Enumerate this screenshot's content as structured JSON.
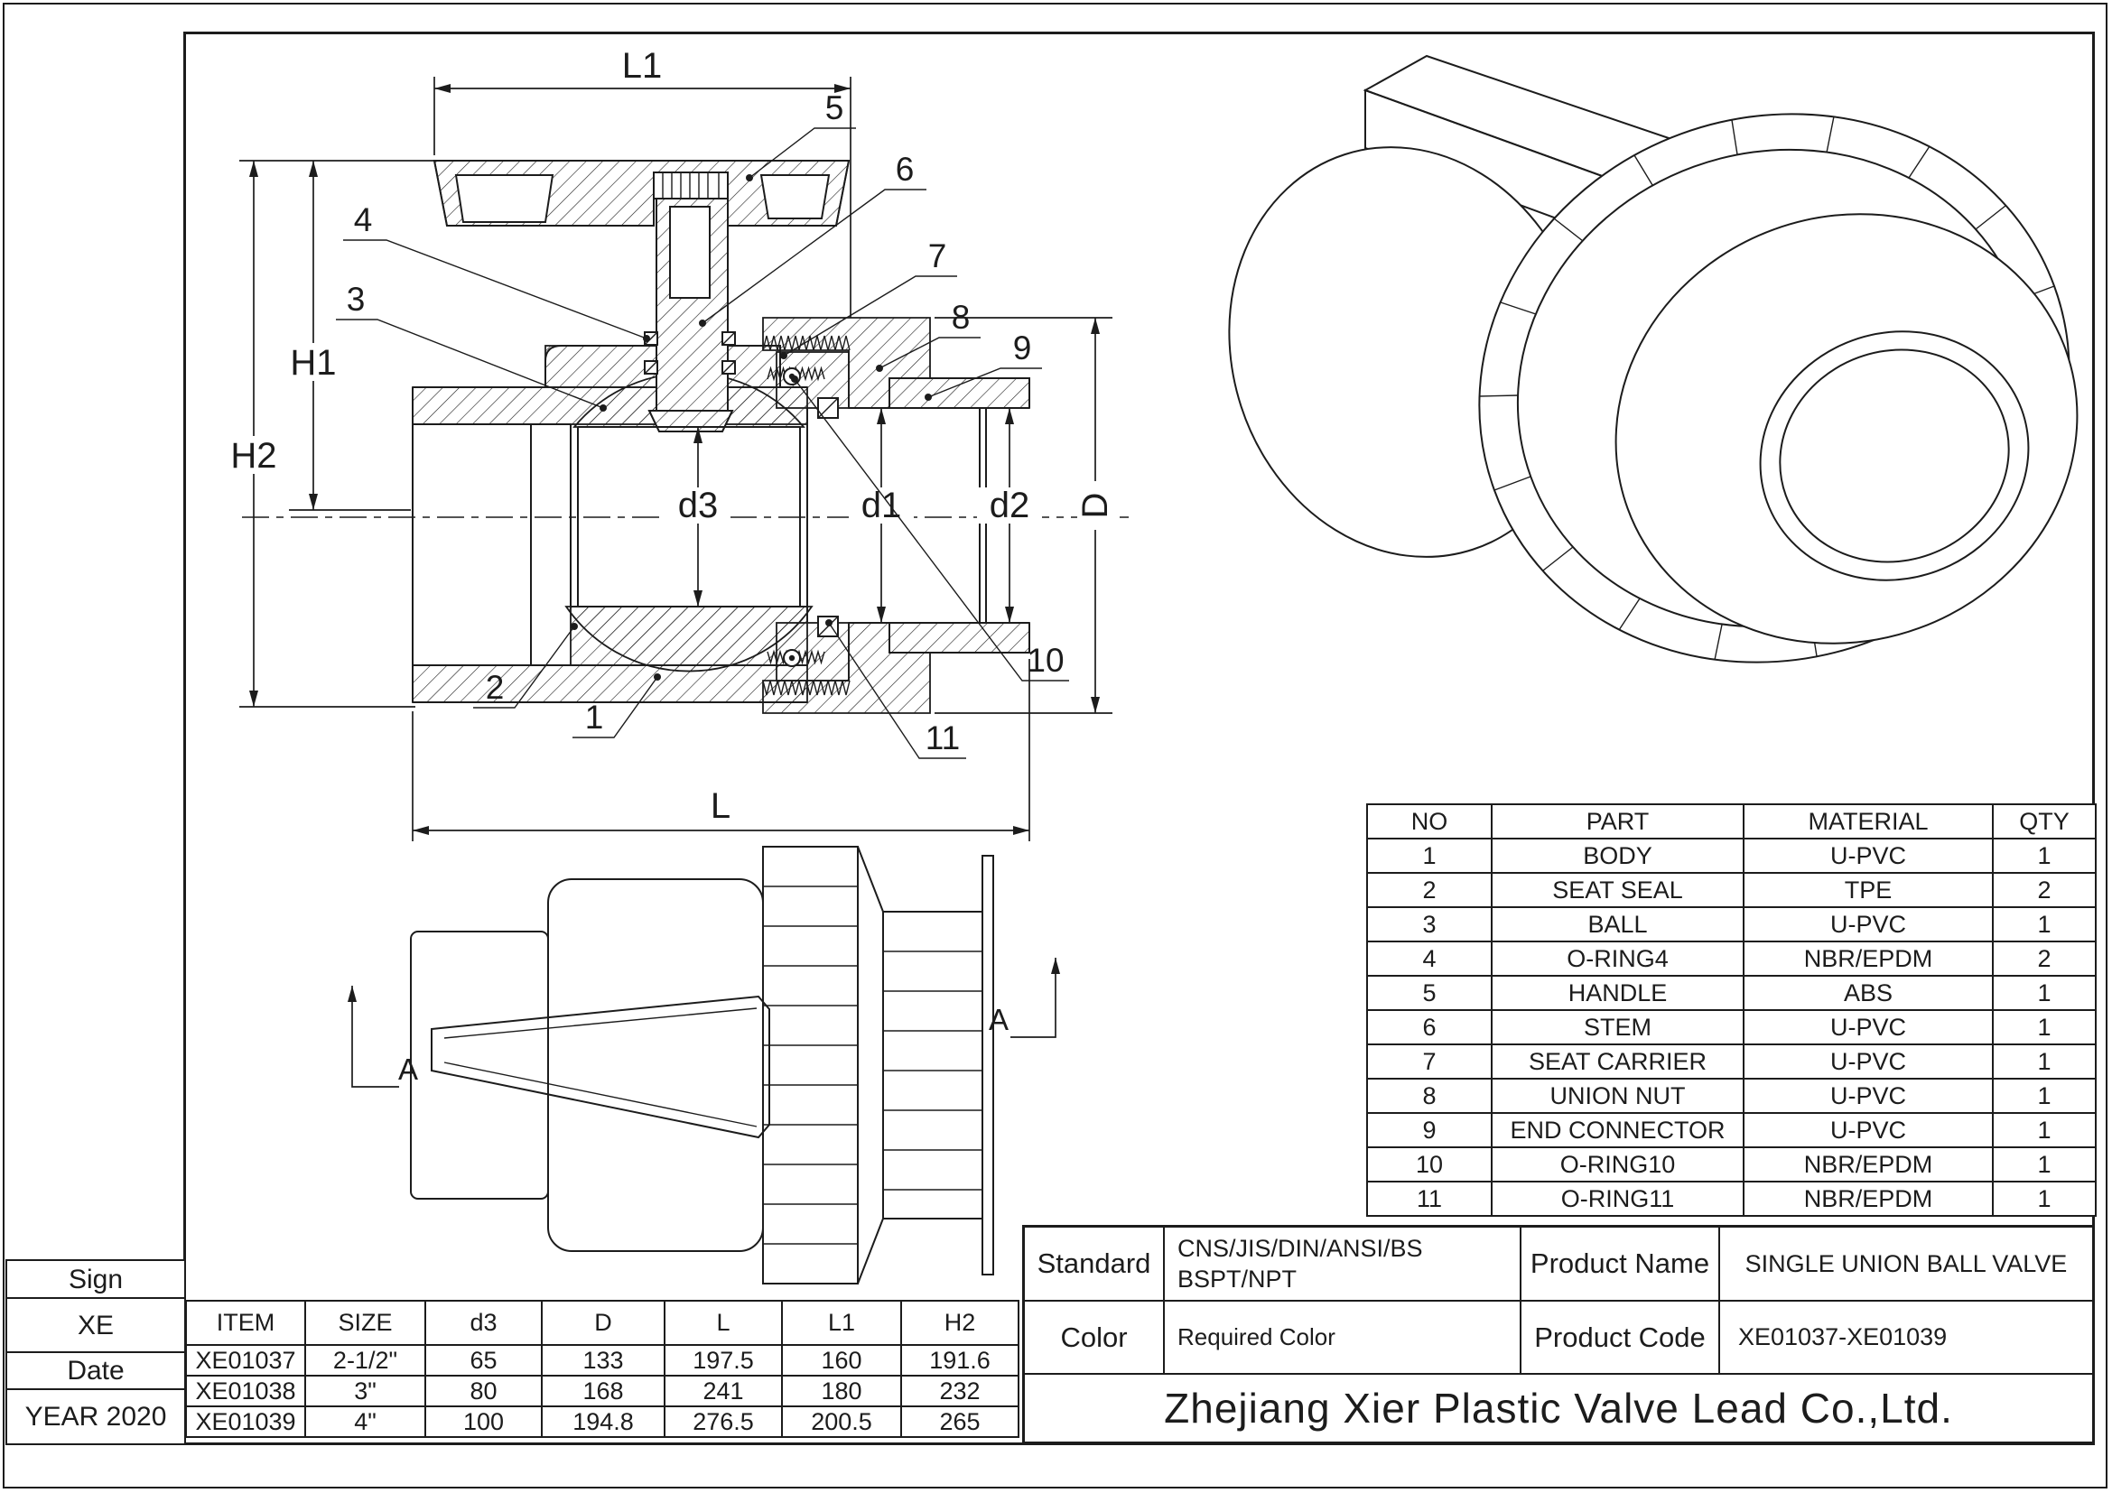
{
  "sheet": {
    "sign_label": "Sign",
    "sign_value": "XE",
    "date_label": "Date",
    "year_value": "YEAR 2020"
  },
  "parts_table": {
    "headers": [
      "NO",
      "PART",
      "MATERIAL",
      "QTY"
    ],
    "rows": [
      [
        "1",
        "BODY",
        "U-PVC",
        "1"
      ],
      [
        "2",
        "SEAT SEAL",
        "TPE",
        "2"
      ],
      [
        "3",
        "BALL",
        "U-PVC",
        "1"
      ],
      [
        "4",
        "O-RING4",
        "NBR/EPDM",
        "2"
      ],
      [
        "5",
        "HANDLE",
        "ABS",
        "1"
      ],
      [
        "6",
        "STEM",
        "U-PVC",
        "1"
      ],
      [
        "7",
        "SEAT CARRIER",
        "U-PVC",
        "1"
      ],
      [
        "8",
        "UNION NUT",
        "U-PVC",
        "1"
      ],
      [
        "9",
        "END CONNECTOR",
        "U-PVC",
        "1"
      ],
      [
        "10",
        "O-RING10",
        "NBR/EPDM",
        "1"
      ],
      [
        "11",
        "O-RING11",
        "NBR/EPDM",
        "1"
      ]
    ]
  },
  "size_table": {
    "headers": [
      "ITEM",
      "SIZE",
      "d3",
      "D",
      "L",
      "L1",
      "H2"
    ],
    "rows": [
      [
        "XE01037",
        "2-1/2\"",
        "65",
        "133",
        "197.5",
        "160",
        "191.6"
      ],
      [
        "XE01038",
        "3\"",
        "80",
        "168",
        "241",
        "180",
        "232"
      ],
      [
        "XE01039",
        "4\"",
        "100",
        "194.8",
        "276.5",
        "200.5",
        "265"
      ]
    ]
  },
  "title_block": {
    "standard_label": "Standard",
    "standard_value_line1": "CNS/JIS/DIN/ANSI/BS",
    "standard_value_line2": "BSPT/NPT",
    "product_name_label": "Product Name",
    "product_name_value": "SINGLE UNION BALL VALVE",
    "color_label": "Color",
    "color_value": "Required Color",
    "product_code_label": "Product Code",
    "product_code_value": "XE01037-XE01039",
    "company": "Zhejiang Xier Plastic Valve Lead Co.,Ltd."
  },
  "drawing": {
    "dims": {
      "L1": "L1",
      "H1": "H1",
      "H2": "H2",
      "d3": "d3",
      "d1": "d1",
      "d2": "d2",
      "D": "D",
      "L": "L"
    },
    "balloons": [
      "1",
      "2",
      "3",
      "4",
      "5",
      "6",
      "7",
      "8",
      "9",
      "10",
      "11"
    ],
    "section_label": "A",
    "line_color": "#1c1c1c"
  }
}
